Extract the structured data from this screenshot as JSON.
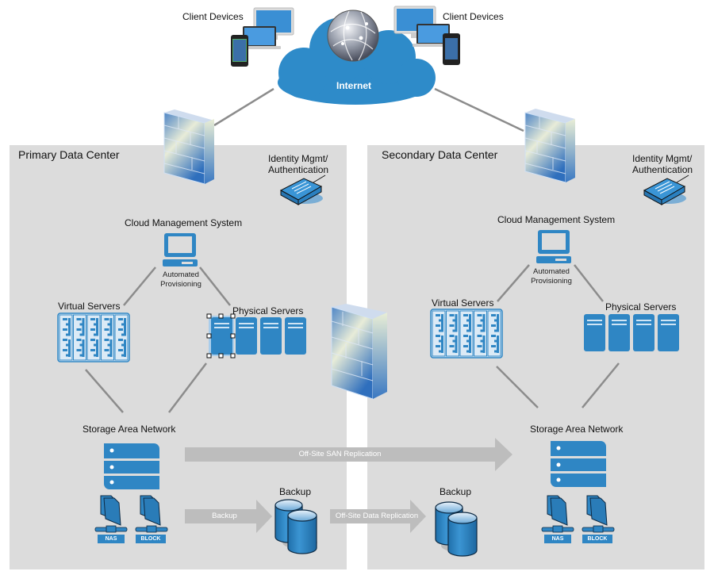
{
  "colors": {
    "panel_bg": "#dcdcdc",
    "device_blue": "#2f86c4",
    "cloud_blue": "#2e8bc9",
    "arrow_gray": "#b9b9b9",
    "connector_gray": "#8c8c8c"
  },
  "internet": {
    "label": "Internet",
    "client_devices_left": "Client Devices",
    "client_devices_right": "Client Devices"
  },
  "primary": {
    "title": "Primary Data Center",
    "identity": [
      "Identity Mgmt/",
      "Authentication"
    ],
    "cms": "Cloud Management System",
    "provisioning": [
      "Automated",
      "Provisioning"
    ],
    "virtual_servers": "Virtual Servers",
    "physical_servers": "Physical Servers",
    "san": "Storage Area Network",
    "nas": "NAS",
    "block": "BLOCK",
    "backup": "Backup"
  },
  "secondary": {
    "title": "Secondary Data Center",
    "identity": [
      "Identity Mgmt/",
      "Authentication"
    ],
    "cms": "Cloud Management System",
    "provisioning": [
      "Automated",
      "Provisioning"
    ],
    "virtual_servers": "Virtual Servers",
    "physical_servers": "Physical Servers",
    "san": "Storage Area Network",
    "nas": "NAS",
    "block": "BLOCK",
    "backup": "Backup"
  },
  "arrows": {
    "san_replication": "Off-Site SAN Replication",
    "backup": "Backup",
    "data_replication": "Off-Site Data Replication"
  }
}
